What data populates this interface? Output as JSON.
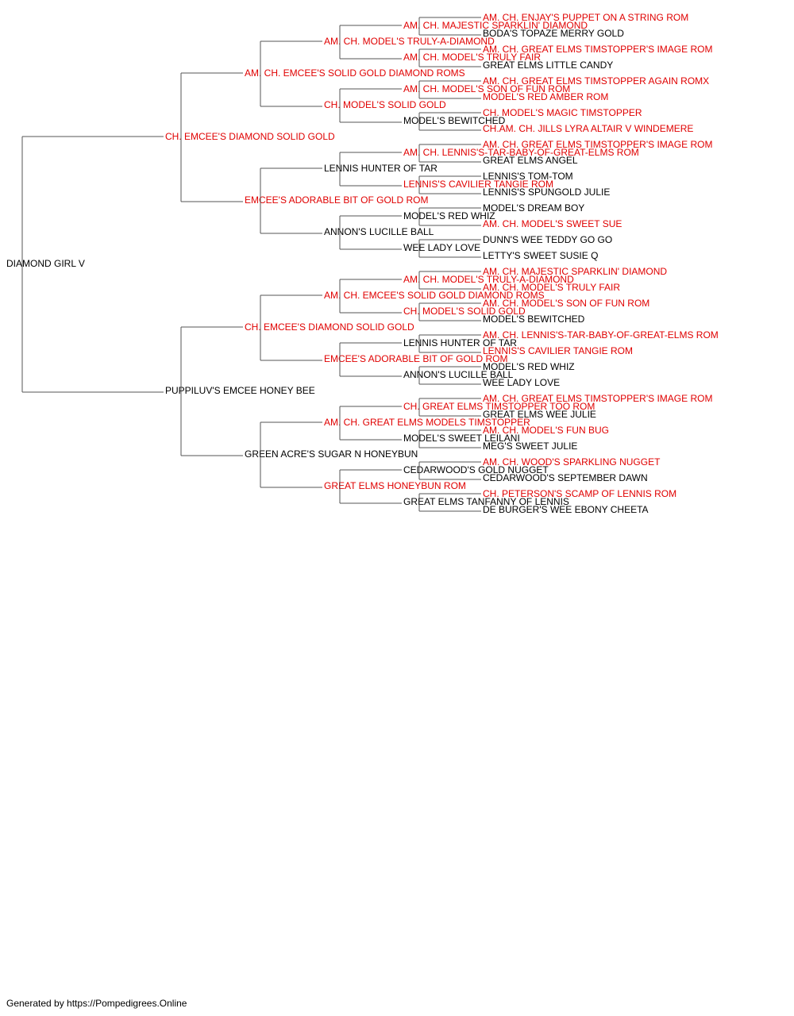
{
  "colors": {
    "champion": "#e00000",
    "normal": "#000000",
    "line": "#555555"
  },
  "footer": "Generated by https://Pompedigrees.Online",
  "pedigree": {
    "name": "DIAMOND GIRL V",
    "ch": false,
    "sire": {
      "name": "CH. EMCEE'S DIAMOND SOLID GOLD",
      "ch": true,
      "sire": {
        "name": "AM. CH. EMCEE'S SOLID GOLD DIAMOND ROMS",
        "ch": true,
        "sire": {
          "name": "AM. CH. MODEL'S TRULY-A-DIAMOND",
          "ch": true,
          "sire": {
            "name": "AM. CH. MAJESTIC SPARKLIN' DIAMOND",
            "ch": true,
            "sire": {
              "name": "AM. CH. ENJAY'S PUPPET ON A STRING ROM",
              "ch": true
            },
            "dam": {
              "name": "BODA'S TOPAZE MERRY GOLD",
              "ch": false
            }
          },
          "dam": {
            "name": "AM. CH. MODEL'S TRULY FAIR",
            "ch": true,
            "sire": {
              "name": "AM. CH. GREAT ELMS TIMSTOPPER'S IMAGE ROM",
              "ch": true
            },
            "dam": {
              "name": "GREAT ELMS LITTLE CANDY",
              "ch": false
            }
          }
        },
        "dam": {
          "name": "CH. MODEL'S SOLID GOLD",
          "ch": true,
          "sire": {
            "name": "AM. CH. MODEL'S SON OF FUN ROM",
            "ch": true,
            "sire": {
              "name": "AM. CH. GREAT ELMS TIMSTOPPER AGAIN ROMX",
              "ch": true
            },
            "dam": {
              "name": "MODEL'S RED AMBER ROM",
              "ch": true
            }
          },
          "dam": {
            "name": "MODEL'S BEWITCHED",
            "ch": false,
            "sire": {
              "name": "CH. MODEL'S MAGIC TIMSTOPPER",
              "ch": true
            },
            "dam": {
              "name": "CH.AM. CH. JILLS LYRA ALTAIR V WINDEMERE",
              "ch": true
            }
          }
        }
      },
      "dam": {
        "name": "EMCEE'S ADORABLE BIT OF GOLD ROM",
        "ch": true,
        "sire": {
          "name": "LENNIS HUNTER OF TAR",
          "ch": false,
          "sire": {
            "name": "AM. CH. LENNIS'S-TAR-BABY-OF-GREAT-ELMS ROM",
            "ch": true,
            "sire": {
              "name": "AM. CH. GREAT ELMS TIMSTOPPER'S IMAGE ROM",
              "ch": true
            },
            "dam": {
              "name": "GREAT ELMS ANGEL",
              "ch": false
            }
          },
          "dam": {
            "name": "LENNIS'S CAVILIER TANGIE ROM",
            "ch": true,
            "sire": {
              "name": "LENNIS'S TOM-TOM",
              "ch": false
            },
            "dam": {
              "name": "LENNIS'S SPUNGOLD JULIE",
              "ch": false
            }
          }
        },
        "dam": {
          "name": "ANNON'S LUCILLE BALL",
          "ch": false,
          "sire": {
            "name": "MODEL'S RED WHIZ",
            "ch": false,
            "sire": {
              "name": "MODEL'S DREAM BOY",
              "ch": false
            },
            "dam": {
              "name": "AM. CH. MODEL'S SWEET SUE",
              "ch": true
            }
          },
          "dam": {
            "name": "WEE LADY LOVE",
            "ch": false,
            "sire": {
              "name": "DUNN'S WEE TEDDY GO GO",
              "ch": false
            },
            "dam": {
              "name": "LETTY'S SWEET SUSIE Q",
              "ch": false
            }
          }
        }
      }
    },
    "dam": {
      "name": "PUPPILUV'S EMCEE HONEY BEE",
      "ch": false,
      "sire": {
        "name": "CH. EMCEE'S DIAMOND SOLID GOLD",
        "ch": true,
        "sire": {
          "name": "AM. CH. EMCEE'S SOLID GOLD DIAMOND ROMS",
          "ch": true,
          "sire": {
            "name": "AM. CH. MODEL'S TRULY-A-DIAMOND",
            "ch": true,
            "sire": {
              "name": "AM. CH. MAJESTIC SPARKLIN' DIAMOND",
              "ch": true
            },
            "dam": {
              "name": "AM. CH. MODEL'S TRULY FAIR",
              "ch": true
            }
          },
          "dam": {
            "name": "CH. MODEL'S SOLID GOLD",
            "ch": true,
            "sire": {
              "name": "AM. CH. MODEL'S SON OF FUN ROM",
              "ch": true
            },
            "dam": {
              "name": "MODEL'S BEWITCHED",
              "ch": false
            }
          }
        },
        "dam": {
          "name": "EMCEE'S ADORABLE BIT OF GOLD ROM",
          "ch": true,
          "sire": {
            "name": "LENNIS HUNTER OF TAR",
            "ch": false,
            "sire": {
              "name": "AM. CH. LENNIS'S-TAR-BABY-OF-GREAT-ELMS ROM",
              "ch": true
            },
            "dam": {
              "name": "LENNIS'S CAVILIER TANGIE ROM",
              "ch": true
            }
          },
          "dam": {
            "name": "ANNON'S LUCILLE BALL",
            "ch": false,
            "sire": {
              "name": "MODEL'S RED WHIZ",
              "ch": false
            },
            "dam": {
              "name": "WEE LADY LOVE",
              "ch": false
            }
          }
        }
      },
      "dam": {
        "name": "GREEN ACRE'S SUGAR N HONEYBUN",
        "ch": false,
        "sire": {
          "name": "AM. CH. GREAT ELMS MODELS TIMSTOPPER",
          "ch": true,
          "sire": {
            "name": "CH. GREAT ELMS TIMSTOPPER TOO ROM",
            "ch": true,
            "sire": {
              "name": "AM. CH. GREAT ELMS TIMSTOPPER'S IMAGE ROM",
              "ch": true
            },
            "dam": {
              "name": "GREAT ELMS WEE JULIE",
              "ch": false
            }
          },
          "dam": {
            "name": "MODEL'S SWEET LEILANI",
            "ch": false,
            "sire": {
              "name": "AM. CH. MODEL'S FUN BUG",
              "ch": true
            },
            "dam": {
              "name": "MEG'S SWEET JULIE",
              "ch": false
            }
          }
        },
        "dam": {
          "name": "GREAT ELMS HONEYBUN ROM",
          "ch": true,
          "sire": {
            "name": "CEDARWOOD'S GOLD NUGGET",
            "ch": false,
            "sire": {
              "name": "AM. CH. WOOD'S SPARKLING NUGGET",
              "ch": true
            },
            "dam": {
              "name": "CEDARWOOD'S SEPTEMBER DAWN",
              "ch": false
            }
          },
          "dam": {
            "name": "GREAT ELMS TANFANNY OF LENNIS",
            "ch": false,
            "sire": {
              "name": "CH. PETERSON'S SCAMP OF LENNIS ROM",
              "ch": true
            },
            "dam": {
              "name": "DE BURGER'S WEE EBONY CHEETA",
              "ch": false
            }
          }
        }
      }
    }
  }
}
